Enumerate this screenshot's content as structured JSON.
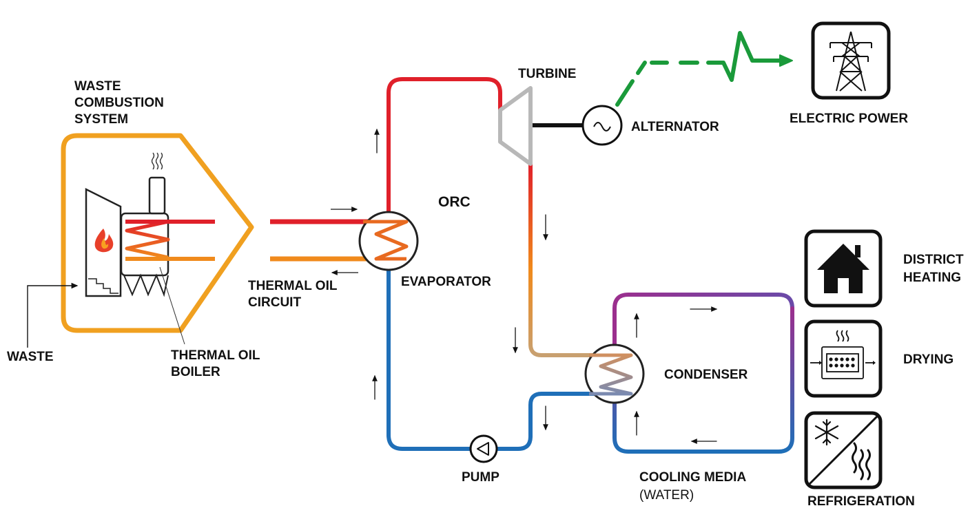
{
  "labels": {
    "waste_combustion_line1": "WASTE",
    "waste_combustion_line2": "COMBUSTION",
    "waste_combustion_line3": "SYSTEM",
    "waste": "WASTE",
    "thermal_oil_boiler_line1": "THERMAL OIL",
    "thermal_oil_boiler_line2": "BOILER",
    "thermal_oil_circuit_line1": "THERMAL OIL",
    "thermal_oil_circuit_line2": "CIRCUIT",
    "orc": "ORC",
    "evaporator": "EVAPORATOR",
    "turbine": "TURBINE",
    "alternator": "ALTERNATOR",
    "electric_power": "ELECTRIC POWER",
    "condenser": "CONDENSER",
    "pump": "PUMP",
    "cooling_media": "COOLING MEDIA",
    "cooling_media_sub": "(WATER)",
    "district_heating_line1": "DISTRICT",
    "district_heating_line2": "HEATING",
    "drying": "DRYING",
    "refrigeration": "REFRIGERATION"
  },
  "colors": {
    "combustion_outline": "#f0a020",
    "hot_fluid": "#e0202a",
    "warm_fluid": "#f08a1c",
    "cold_fluid": "#1f6fb8",
    "cooling_top": "#9b2f8e",
    "electric_line": "#1a9a3a",
    "turbine_gray": "#b8b8b8",
    "ink": "#111111"
  },
  "icons": {
    "electric_power": "power-pylon-icon",
    "district_heating": "house-icon",
    "drying": "dryer-icon",
    "refrigeration": "snowflake-heat-icon",
    "alternator": "ac-sine-icon",
    "pump": "pump-triangle-icon",
    "fire": "flame-icon",
    "smoke": "smoke-icon"
  }
}
